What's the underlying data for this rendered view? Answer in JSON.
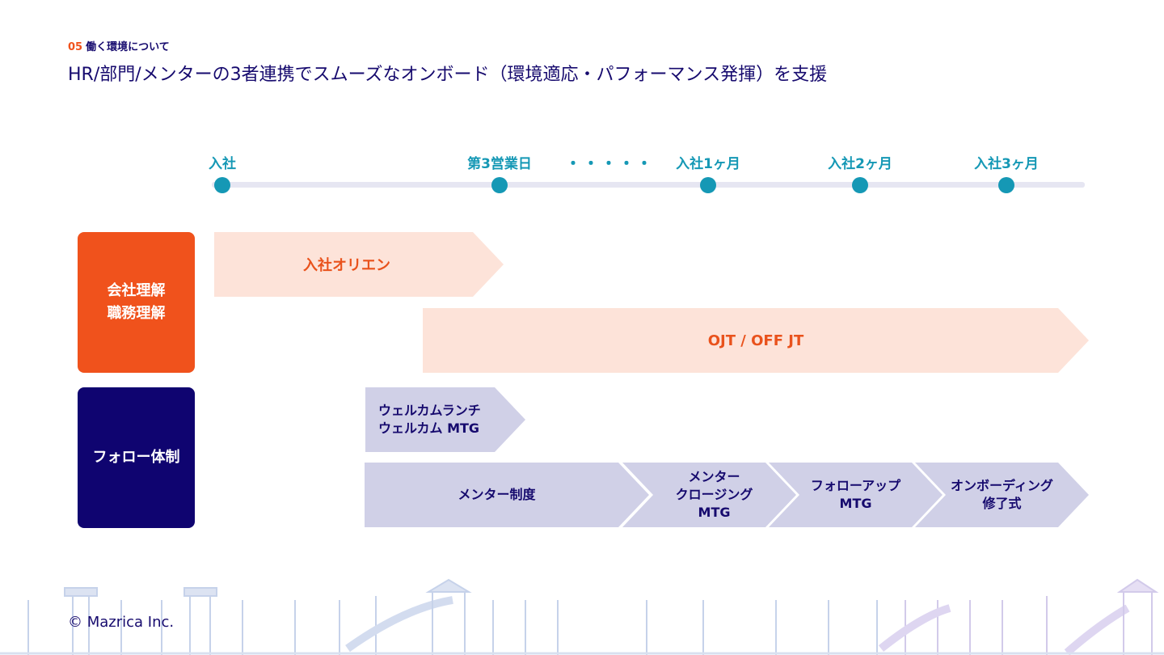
{
  "header": {
    "section_number": "05",
    "section_title": "働く環境について",
    "title": "HR/部門/メンターの3者連携でスムーズなオンボード（環境適応・パフォーマンス発揮）を支援"
  },
  "timeline": {
    "milestones": [
      "入社",
      "第3営業日",
      "入社1ヶ月",
      "入社2ヶ月",
      "入社3ヶ月"
    ],
    "ellipsis": "・・・・・"
  },
  "categories": {
    "company": [
      "会社理解",
      "職務理解"
    ],
    "follow": "フォロー体制"
  },
  "programs": {
    "orientation": "入社オリエン",
    "ojt": "OJT / OFF JT",
    "welcome": [
      "ウェルカムランチ",
      "ウェルカム MTG"
    ],
    "mentor": "メンター制度",
    "mentor_closing": [
      "メンター",
      "クロージング",
      "MTG"
    ],
    "followup": [
      "フォローアップ",
      "MTG"
    ],
    "onboarding_complete": [
      "オンボーディング",
      "修了式"
    ]
  },
  "colors": {
    "navy": "#160a6e",
    "orange": "#f0521c",
    "teal": "#1598b5",
    "peach": "#fde3d9",
    "lavender": "#d0d0e7"
  },
  "footer": {
    "copyright": "© Mazrica Inc."
  }
}
